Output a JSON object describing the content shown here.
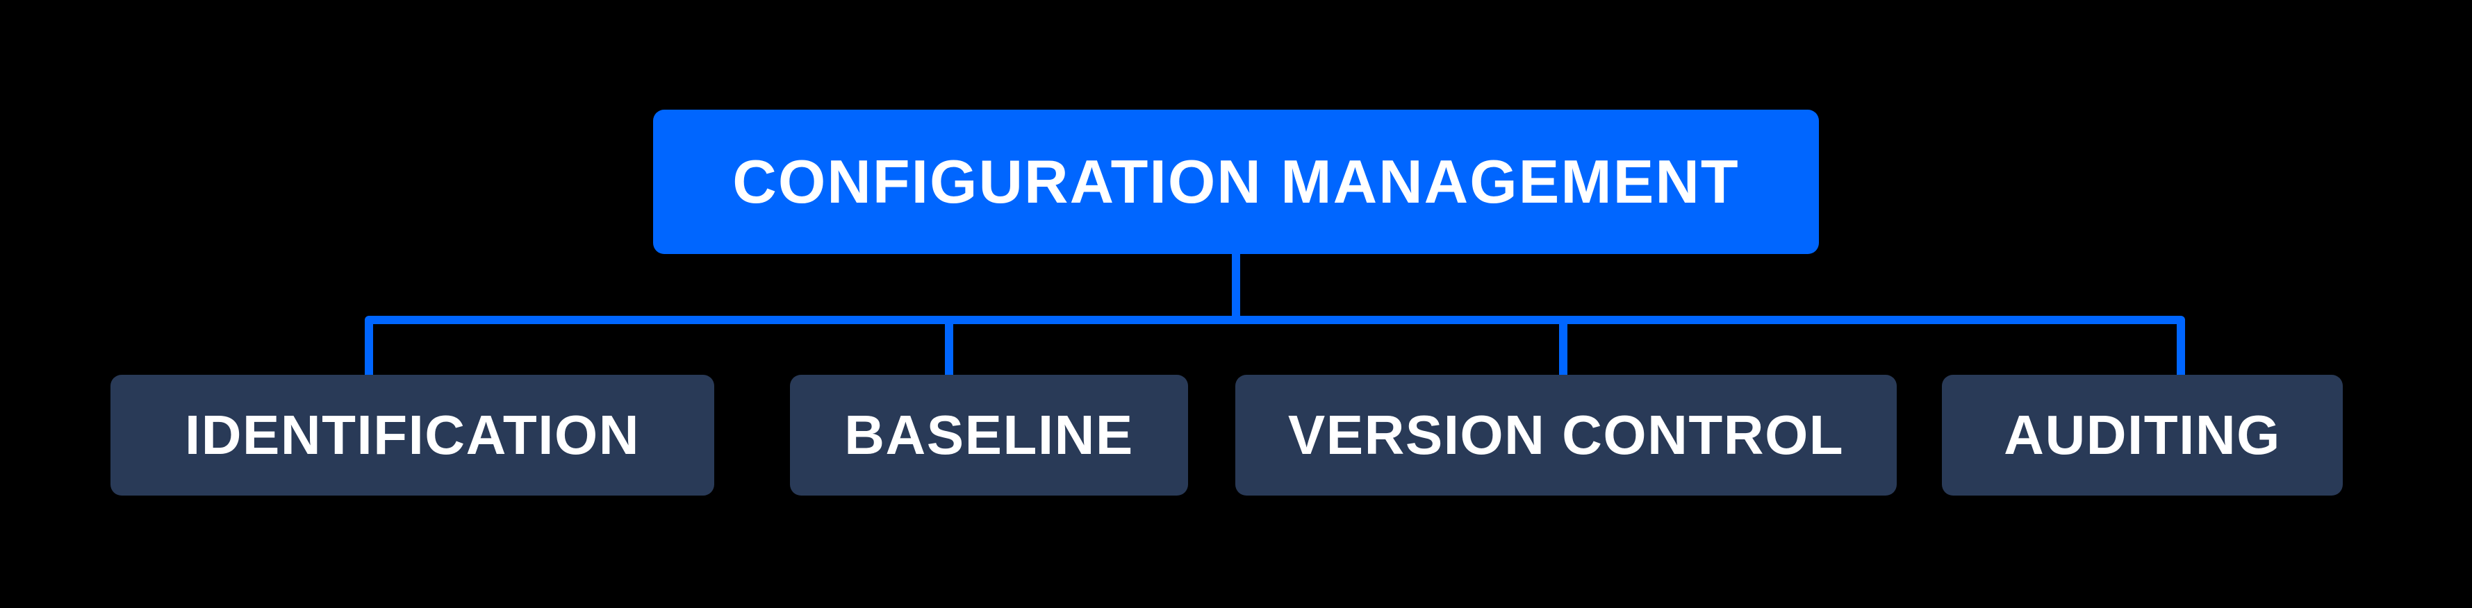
{
  "diagram": {
    "title": "CONFIGURATION MANAGEMENT",
    "root": {
      "label": "CONFIGURATION MANAGEMENT"
    },
    "children": [
      {
        "label": "IDENTIFICATION"
      },
      {
        "label": "BASELINE"
      },
      {
        "label": "VERSION CONTROL"
      },
      {
        "label": "AUDITING"
      }
    ],
    "colors": {
      "background": "#000000",
      "root_fill": "#0066FF",
      "child_fill": "#293A57",
      "connector": "#0066FF",
      "text": "#FFFFFF"
    }
  }
}
